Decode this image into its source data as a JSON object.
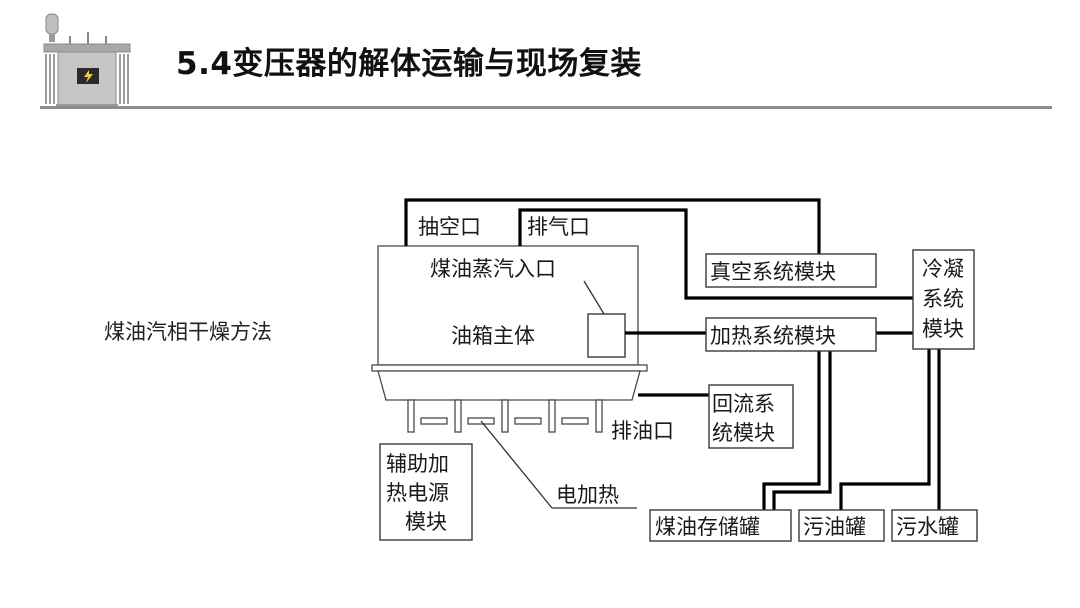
{
  "header": {
    "title": "5.4变压器的解体运输与现场复装",
    "logo_icon": "transformer-icon",
    "rule_color": "#8c8c8c"
  },
  "side_label": "煤油汽相干燥方法",
  "diagram": {
    "tank": {
      "body_label": "油箱主体",
      "vapor_inlet_label": "煤油蒸汽入口",
      "vacuum_port_label": "抽空口",
      "exhaust_port_label": "排气口",
      "drain_port_label": "排油口",
      "heater_label": "电加热"
    },
    "modules": {
      "vacuum": "真空系统模块",
      "heating": "加热系统模块",
      "reflux_line1": "回流系",
      "reflux_line2": "统模块",
      "condenser_line1": "冷凝",
      "condenser_line2": "系统",
      "condenser_line3": "模块",
      "aux_line1": "辅助加",
      "aux_line2": "热电源",
      "aux_line3": "模块"
    },
    "tanks": {
      "kerosene": "煤油存储罐",
      "dirty_oil": "污油罐",
      "sewage": "污水罐"
    }
  }
}
